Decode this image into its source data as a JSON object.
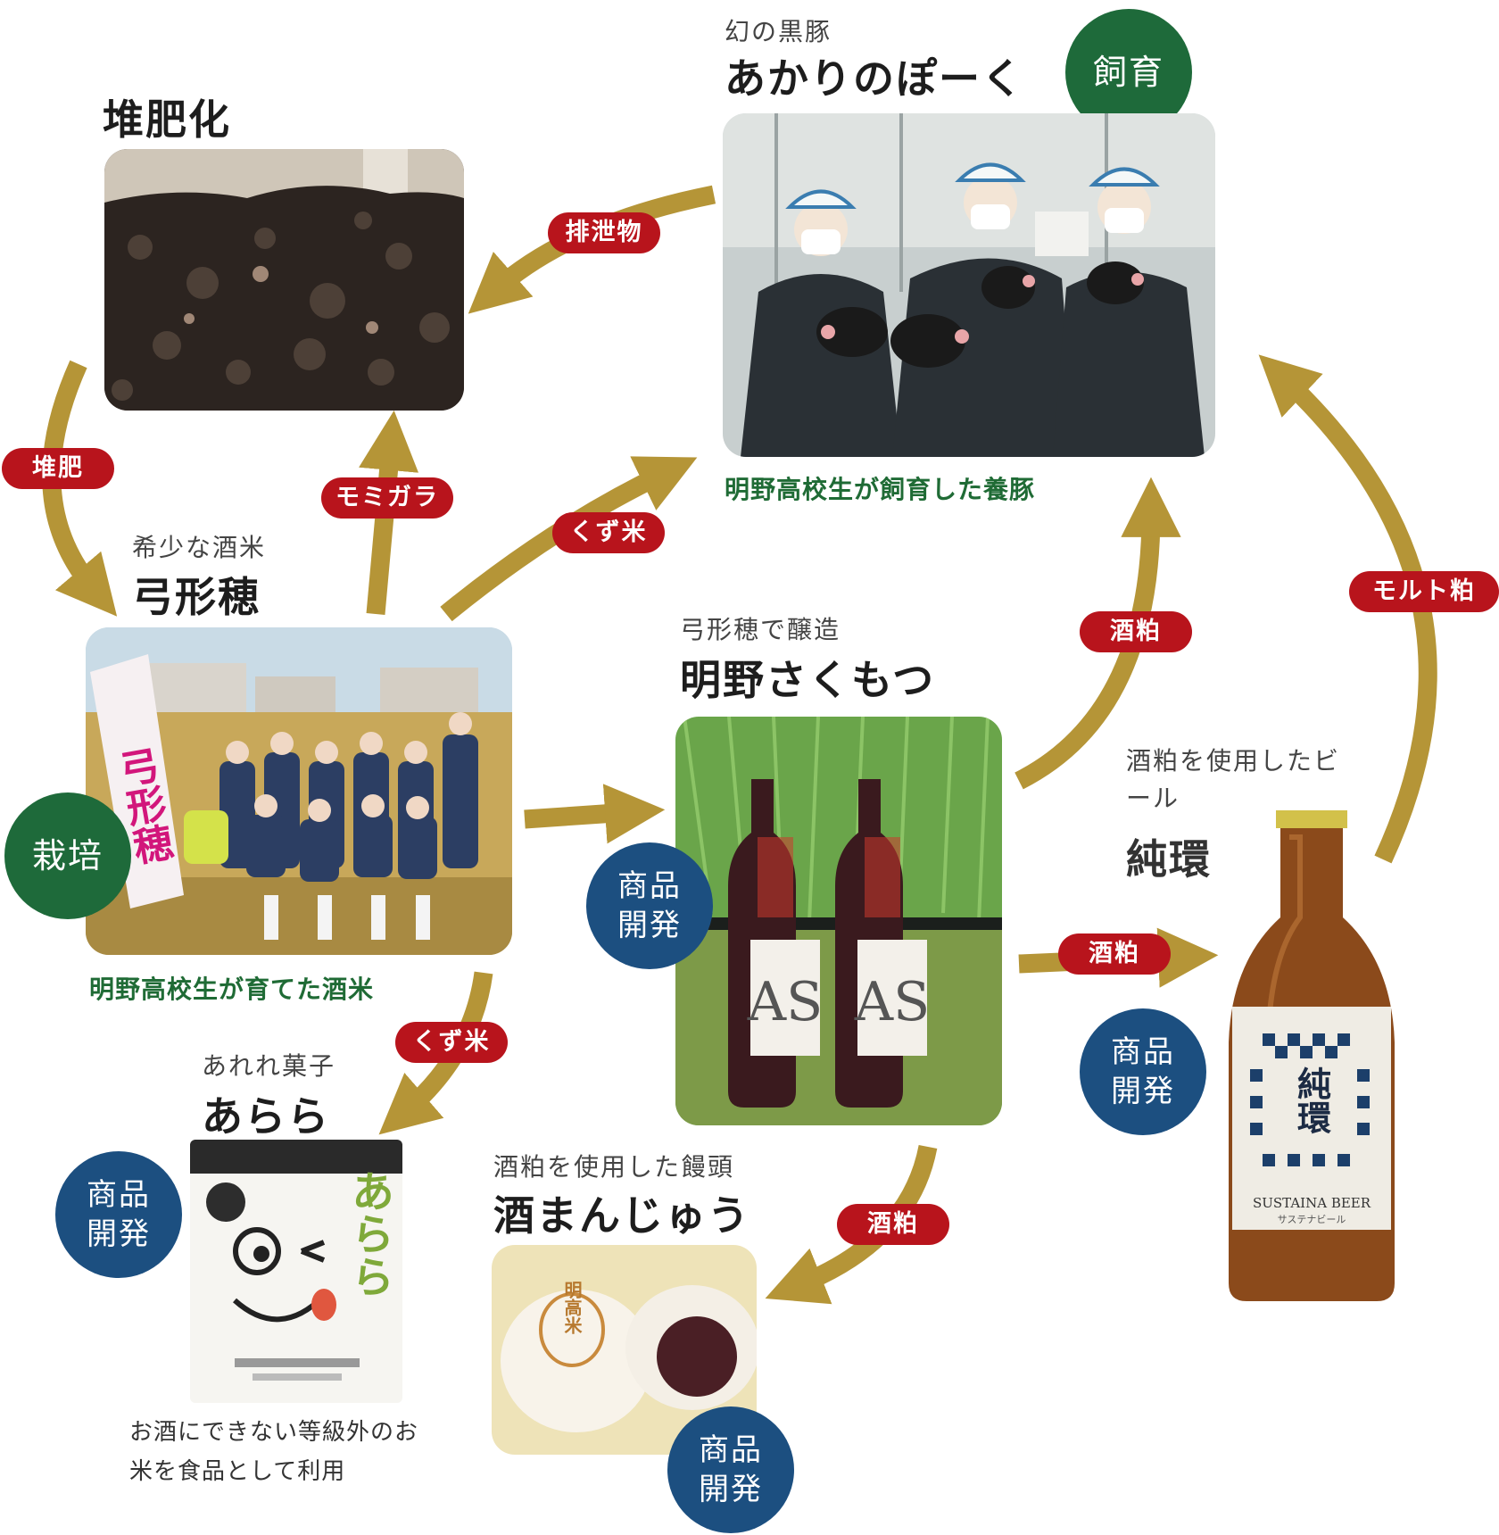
{
  "nodes": {
    "compost": {
      "title": "堆肥化"
    },
    "pork": {
      "subtitle": "幻の黒豚",
      "title": "あかりのぽーく",
      "caption": "明野高校生が飼育した養豚"
    },
    "rice": {
      "subtitle": "希少な酒米",
      "title": "弓形穂",
      "caption": "明野高校生が育てた酒米"
    },
    "sake": {
      "subtitle": "弓形穂で醸造",
      "title": "明野さくもつ"
    },
    "beer": {
      "subtitle": "酒粕を使用したビール",
      "title": "純環"
    },
    "arare": {
      "subtitle": "あれれ菓子",
      "title": "あらら",
      "note": "お酒にできない等級外のお米を食品として利用"
    },
    "manju": {
      "subtitle": "酒粕を使用した饅頭",
      "title": "酒まんじゅう"
    }
  },
  "badges": {
    "raising": "飼育",
    "cultivation": "栽培",
    "product_dev": "商品開発"
  },
  "labels": {
    "excreta": "排泄物",
    "fertilizer": "堆肥",
    "husks": "モミガラ",
    "broken_rice_pork": "くず米",
    "broken_rice_arare": "くず米",
    "lees_pork": "酒粕",
    "lees_beer": "酒粕",
    "lees_manju": "酒粕",
    "malt_lees": "モルト粕"
  },
  "photos": {
    "beer_label_kanji": "純環",
    "beer_label_en": "SUSTAINA BEER",
    "beer_label_kana": "サステナビール",
    "bag_text": "あらら",
    "bottle_mark": "AS",
    "manju_stamp": "明高米",
    "rice_banner": "弓形穂"
  },
  "colors": {
    "arrow": "#b59537",
    "pill": "#b8141c",
    "badge_green": "#1e6a3a",
    "badge_blue": "#1c4f80",
    "caption_green": "#1f6b35"
  }
}
